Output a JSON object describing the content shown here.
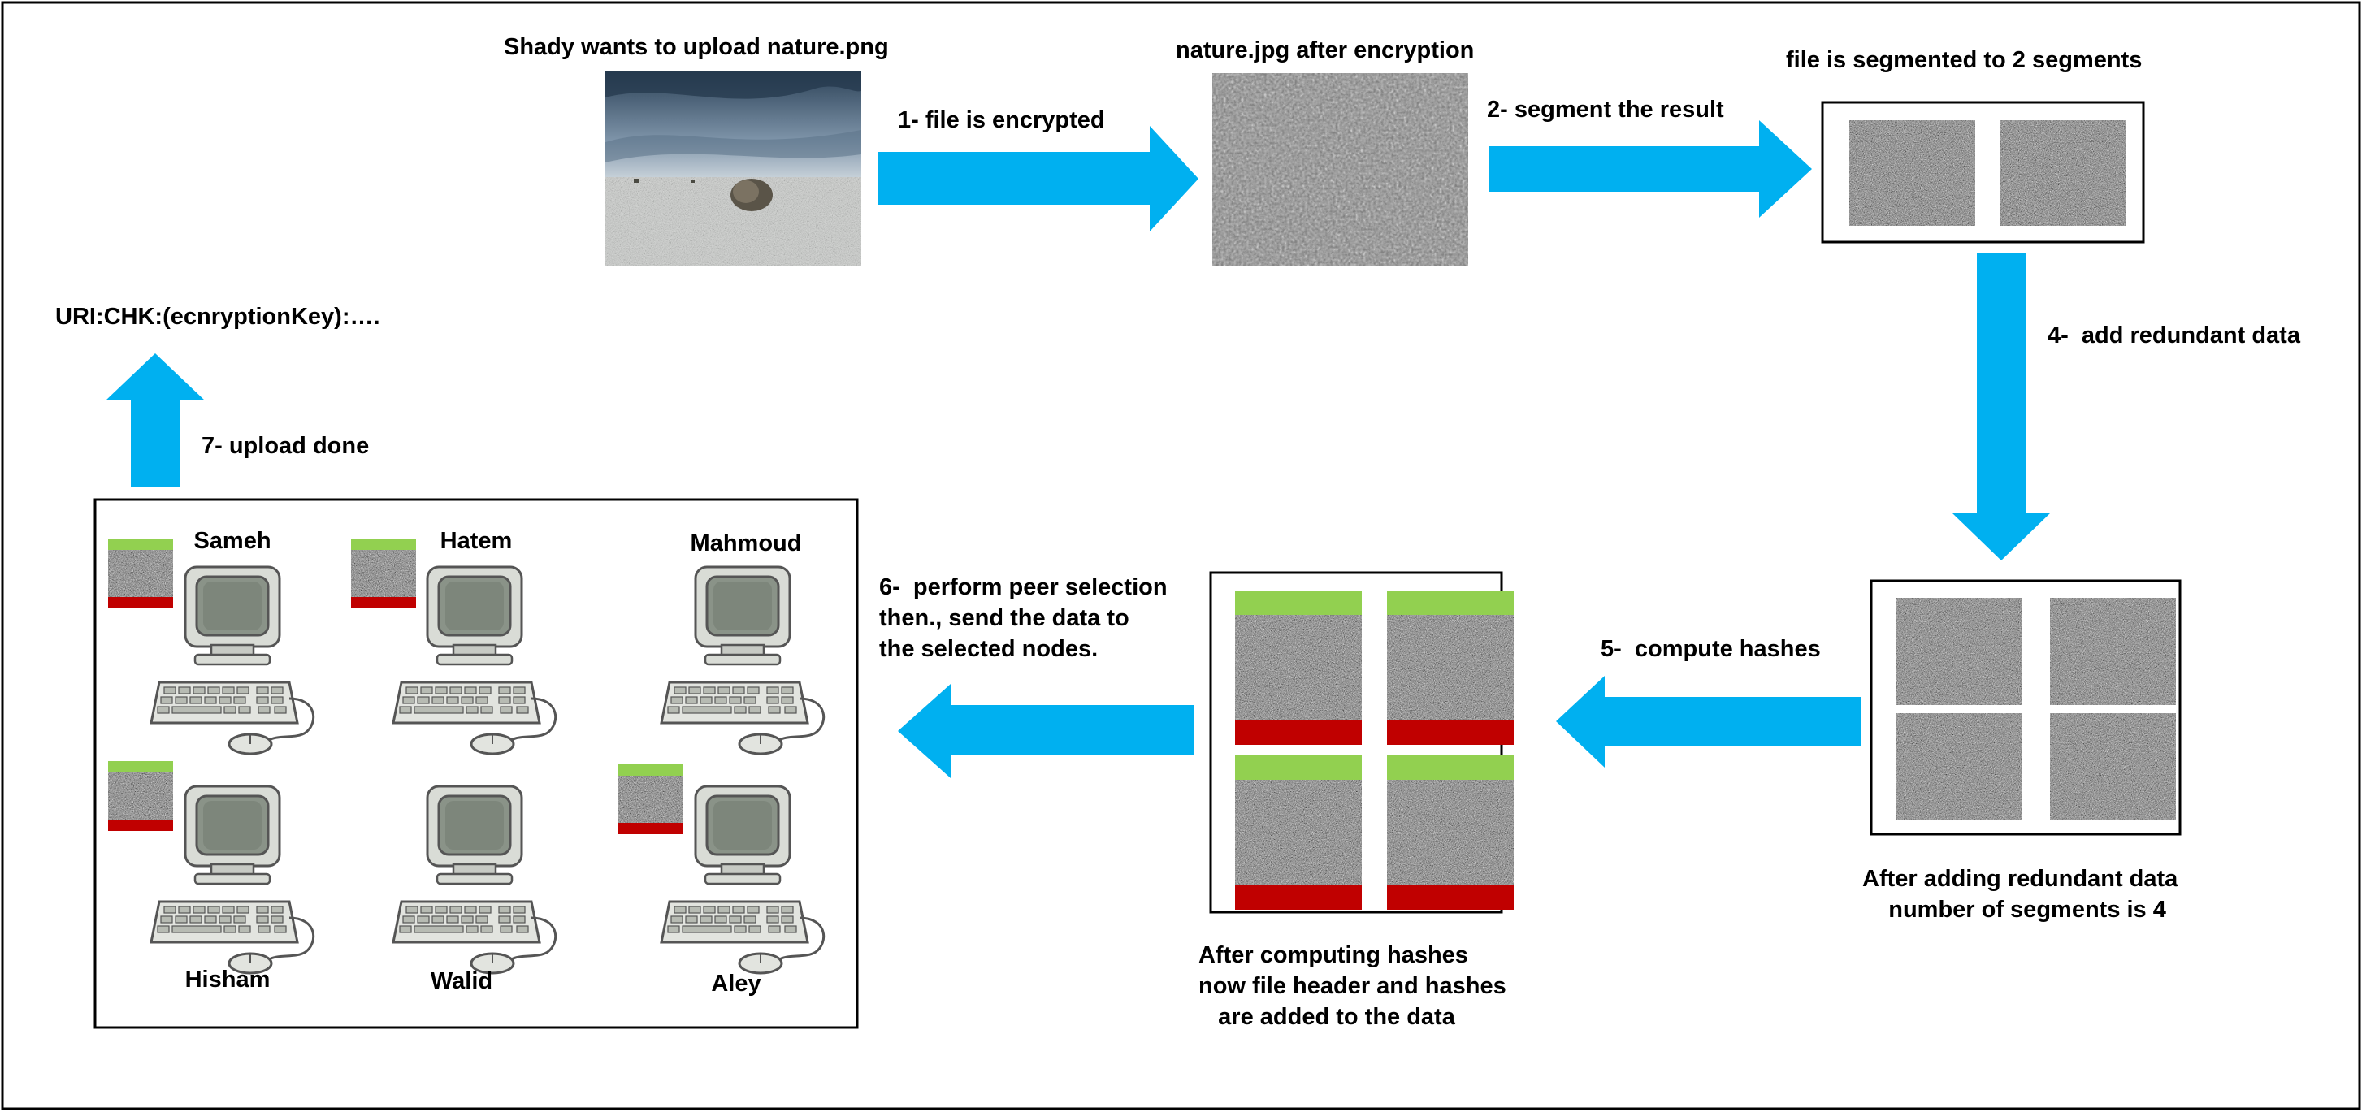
{
  "colors": {
    "arrow": "#00b0f0",
    "header_bar": "#92d050",
    "hash_bar": "#c00000",
    "border": "#000000",
    "noise_dark": "#2a2a2a",
    "noise_light": "#d8d8d8",
    "computer_body": "#d9dcd6",
    "computer_screen": "#8a9388",
    "computer_outline": "#555555"
  },
  "labels": {
    "original_file_title": "Shady wants to upload nature.png",
    "encrypted_file_title": "nature.jpg after encryption",
    "segmented_title": "file is segmented to 2 segments",
    "redundant_caption": "After adding redundant data\n    number of segments is 4",
    "hashes_caption": "After computing hashes\nnow file header and hashes\n   are added to the data",
    "uri": "URI:CHK:(ecnryptionKey):…."
  },
  "steps": {
    "step1": "1- file is encrypted",
    "step2": "2- segment the result",
    "step4": "4-  add redundant data",
    "step5": "5-  compute hashes",
    "step6": "6-  perform peer selection\nthen., send the data to\nthe selected nodes.",
    "step7": "7- upload done"
  },
  "nodes": [
    {
      "name": "Sameh",
      "has_segment": true
    },
    {
      "name": "Hatem",
      "has_segment": true
    },
    {
      "name": "Mahmoud",
      "has_segment": false
    },
    {
      "name": "Hisham",
      "has_segment": true
    },
    {
      "name": "Walid",
      "has_segment": false
    },
    {
      "name": "Aley",
      "has_segment": true
    }
  ]
}
